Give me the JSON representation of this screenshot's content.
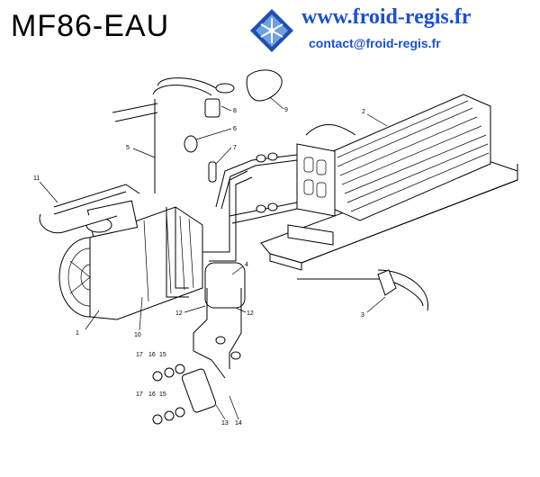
{
  "header": {
    "model": "MF86-EAU",
    "website": "www.froid-regis.fr",
    "contact": "contact@froid-regis.fr"
  },
  "logo": {
    "icon": "snowflake-logo-icon",
    "colors": [
      "#1e4fb3",
      "#6fa0e0",
      "#ffffff"
    ]
  },
  "callouts": [
    {
      "id": "c1",
      "text": "1"
    },
    {
      "id": "c2",
      "text": "2"
    },
    {
      "id": "c3",
      "text": "3"
    },
    {
      "id": "c4",
      "text": "4"
    },
    {
      "id": "c5",
      "text": "5"
    },
    {
      "id": "c6",
      "text": "6"
    },
    {
      "id": "c7",
      "text": "7"
    },
    {
      "id": "c8",
      "text": "8"
    },
    {
      "id": "c9",
      "text": "9"
    },
    {
      "id": "c10",
      "text": "10"
    },
    {
      "id": "c11",
      "text": "11"
    },
    {
      "id": "c12a",
      "text": "12"
    },
    {
      "id": "c12b",
      "text": "12"
    },
    {
      "id": "c13",
      "text": "13"
    },
    {
      "id": "c14",
      "text": "14"
    },
    {
      "id": "c15a",
      "text": "15"
    },
    {
      "id": "c16a",
      "text": "16"
    },
    {
      "id": "c17a",
      "text": "17"
    },
    {
      "id": "c15b",
      "text": "15"
    },
    {
      "id": "c16b",
      "text": "16"
    },
    {
      "id": "c17b",
      "text": "17"
    }
  ]
}
